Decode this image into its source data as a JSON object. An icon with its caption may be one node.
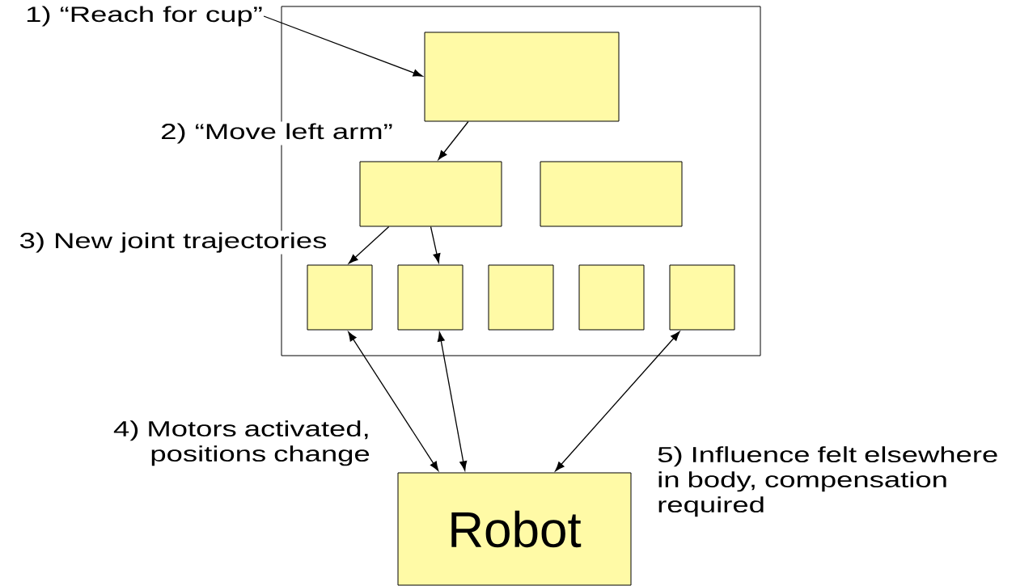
{
  "diagram": {
    "nodes": [
      {
        "text": [],
        "shape": "box"
      },
      {
        "text": [],
        "shape": "box",
        "in": 0
      },
      {
        "text": [],
        "shape": "box",
        "in": 0
      },
      {
        "text": [],
        "shape": "box",
        "in": 0
      },
      {
        "text": [],
        "shape": "box",
        "in": 0
      },
      {
        "text": [],
        "shape": "box",
        "in": 0
      },
      {
        "text": [],
        "shape": "box",
        "in": 0
      },
      {
        "text": [],
        "shape": "box",
        "in": 0
      },
      {
        "text": [],
        "shape": "box",
        "in": 0
      },
      {
        "text": [
          "Robot"
        ]
      },
      {
        "text": [
          "1) “Reach for cup”"
        ]
      }
    ],
    "edges": [
      {
        "from": 10,
        "to": 1,
        "arrow": "to"
      },
      {
        "from": 1,
        "to": 2,
        "arrow": "to"
      },
      {
        "from": 2,
        "to": 4,
        "arrow": "to"
      },
      {
        "from": 2,
        "to": 5,
        "arrow": "to"
      },
      {
        "from": 4,
        "to": 9,
        "arrow": "both"
      },
      {
        "from": 5,
        "to": 9,
        "arrow": "both"
      },
      {
        "from": 8,
        "to": 9,
        "arrow": "both"
      }
    ],
    "labels": [
      "2) “Move left arm”",
      "3) New joint trajectories",
      "4) Motors activated, positions change",
      "5) Influence felt elsewhere in body, compensation required"
    ]
  }
}
